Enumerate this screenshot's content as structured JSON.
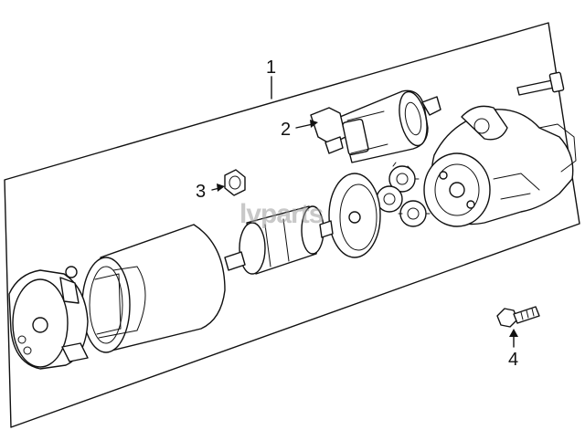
{
  "callouts": {
    "c1": "1",
    "c2": "2",
    "c3": "3",
    "c4": "4"
  },
  "watermark": "lvparts",
  "colors": {
    "line": "#111111",
    "background": "#ffffff",
    "watermark": "#9a9a9a"
  }
}
